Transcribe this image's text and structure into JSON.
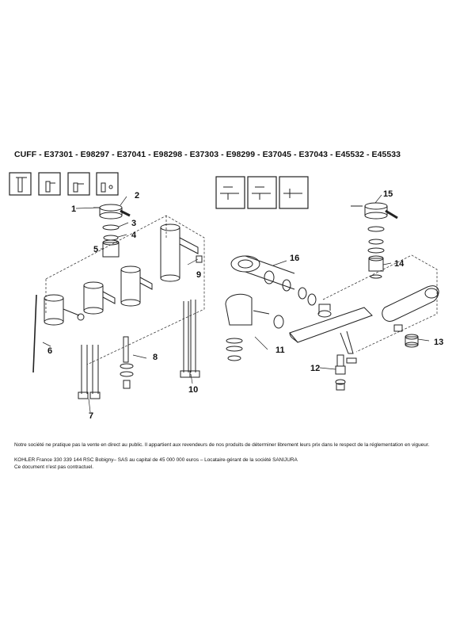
{
  "title": "CUFF - E37301 - E98297 - E37041 - E98298 - E37303 - E98299 - E37045 - E37043 - E45532 - E45533",
  "callouts": {
    "c1": "1",
    "c2": "2",
    "c3": "3",
    "c4": "4",
    "c5": "5",
    "c6": "6",
    "c7": "7",
    "c8": "8",
    "c9": "9",
    "c10": "10",
    "c11": "11",
    "c12": "12",
    "c13": "13",
    "c14": "14",
    "c15": "15",
    "c16": "16"
  },
  "footer": {
    "note": "Notre société ne pratique pas la vente en direct au public. Il appartient aux revendeurs de nos produits de déterminer librement leurs prix dans le respect de la réglementation en vigueur.",
    "company": "KOHLER France 330 339 144 RSC Bobigny– SAS au capital de 45 000 000 euros – Locataire-gérant de la société SANIJURA",
    "disclaimer": "Ce document n'est pas contractuel."
  }
}
